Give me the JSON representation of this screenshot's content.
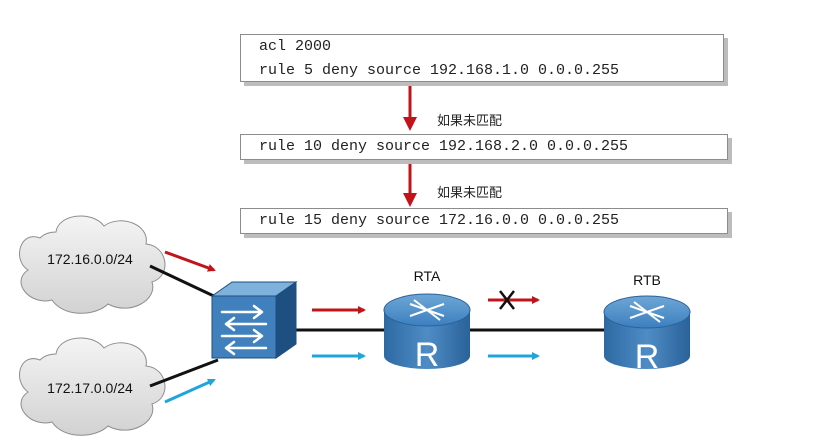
{
  "acl": {
    "box1": [
      "acl 2000",
      "rule 5 deny source 192.168.1.0 0.0.0.255"
    ],
    "box2": [
      "rule 10 deny source 192.168.2.0 0.0.0.255"
    ],
    "box3": [
      "rule 15 deny source 172.16.0.0 0.0.0.255"
    ]
  },
  "notes": {
    "no_match_1": "如果未匹配",
    "no_match_2": "如果未匹配"
  },
  "networks": {
    "net1": "172.16.0.0/24",
    "net2": "172.17.0.0/24"
  },
  "routers": {
    "rta": "RTA",
    "rtb": "RTB",
    "router_letter": "R"
  },
  "colors": {
    "deny_arrow": "#c0141a",
    "permit_arrow": "#1ea6dc",
    "device_blue": "#2f6fa6"
  }
}
